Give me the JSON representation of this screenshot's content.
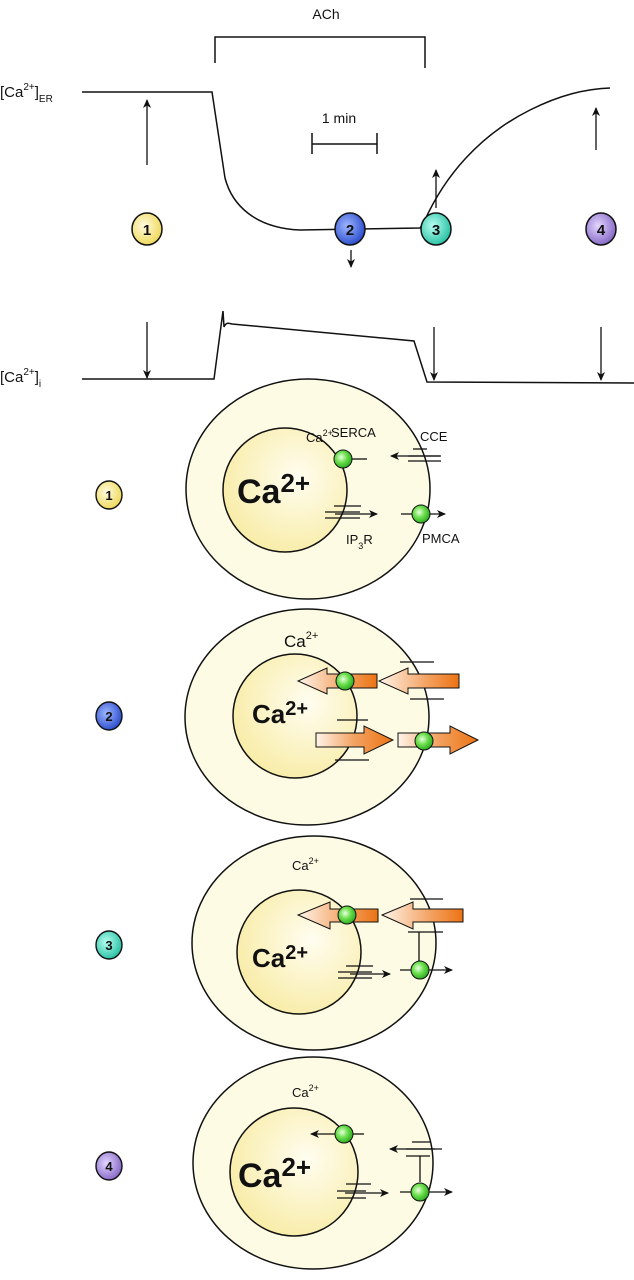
{
  "trace": {
    "stimulus_label": "ACh",
    "scale_bar_label": "1 min",
    "er_label": {
      "main": "[Ca",
      "sup": "2+",
      "close": "]",
      "sub": "ER"
    },
    "cyt_label": {
      "main": "[Ca",
      "sup": "2+",
      "close": "]",
      "sub": "i"
    }
  },
  "badges": [
    {
      "num": "1",
      "color": "#f3e27a"
    },
    {
      "num": "2",
      "color": "#3f63d8"
    },
    {
      "num": "3",
      "color": "#3fcdb4"
    },
    {
      "num": "4",
      "color": "#9a7fd0"
    }
  ],
  "cells": [
    {
      "state": "1",
      "er_ion": {
        "main": "Ca",
        "sup": "2+"
      },
      "cyt_ion": {
        "main": "Ca",
        "sup": "2+"
      },
      "labels": {
        "serca": "SERCA",
        "cce": "CCE",
        "ip3r": {
          "main": "IP",
          "sub": "3",
          "rest": "R"
        },
        "pmca": "PMCA"
      }
    },
    {
      "state": "2",
      "er_ion": {
        "main": "Ca",
        "sup": "2+"
      },
      "cyt_ion": {
        "main": "Ca",
        "sup": "2+"
      }
    },
    {
      "state": "3",
      "er_ion": {
        "main": "Ca",
        "sup": "2+"
      },
      "cyt_ion": {
        "main": "Ca",
        "sup": "2+"
      }
    },
    {
      "state": "4",
      "er_ion": {
        "main": "Ca",
        "sup": "2+"
      },
      "cyt_ion": {
        "main": "Ca",
        "sup": "2+"
      }
    }
  ],
  "colors": {
    "cell_fill": "#fdfbe3",
    "er_fill": "#fbf2b8",
    "pump": "#4fd23f",
    "flux_arrow": "#ef7a1e"
  }
}
